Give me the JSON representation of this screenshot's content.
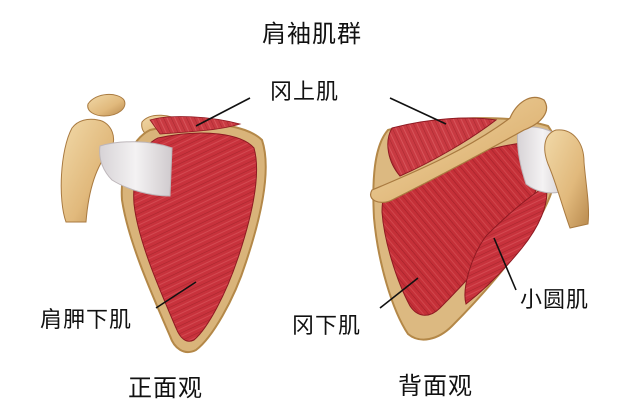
{
  "diagram": {
    "title": "肩袖肌群",
    "labels": {
      "supraspinatus": "冈上肌",
      "subscapularis": "肩胛下肌",
      "infraspinatus": "冈下肌",
      "teres_minor": "小圆肌"
    },
    "views": {
      "front": "正面观",
      "back": "背面观"
    }
  },
  "colors": {
    "muscle": "#c8323c",
    "muscle_dark": "#8e1a22",
    "bone": "#e7c690",
    "bone_shadow": "#c08c4f",
    "tendon": "#e9e6e8",
    "leader": "#111111"
  }
}
